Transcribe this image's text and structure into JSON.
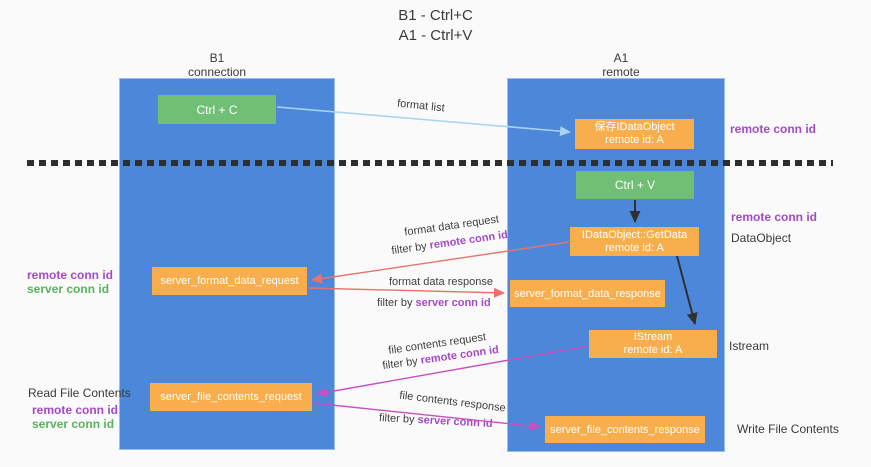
{
  "title": {
    "line1": "B1 - Ctrl+C",
    "line2": "A1 - Ctrl+V"
  },
  "columns": {
    "left": {
      "name": "B1",
      "role": "connection"
    },
    "right": {
      "name": "A1",
      "role": "remote"
    }
  },
  "nodes": {
    "ctrl_c": {
      "label": "Ctrl + C"
    },
    "saved_idataobject": {
      "line1": "保存IDataObject",
      "line2": "remote id: A"
    },
    "ctrl_v": {
      "label": "Ctrl + V"
    },
    "getdata": {
      "line1": "IDataObject::GetData",
      "line2": "remote id: A"
    },
    "server_format_data_request": {
      "label": "server_format_data_request"
    },
    "server_format_data_response": {
      "label": "server_format_data_response"
    },
    "istream": {
      "line1": "IStream",
      "line2": "remote id: A"
    },
    "server_file_contents_request": {
      "label": "server_file_contents_request"
    },
    "server_file_contents_response": {
      "label": "server_file_contents_response"
    }
  },
  "flow_labels": {
    "format_list": "format list",
    "format_data_request": "format data request",
    "format_data_response": "format data response",
    "file_contents_request": "file contents request",
    "file_contents_response": "file contents response",
    "filter_by": "filter by ",
    "remote_conn_id": "remote conn id",
    "server_conn_id": "server conn id"
  },
  "side_labels": {
    "remote_conn_id_top": "remote conn id",
    "remote_conn_id_mid": "remote conn id",
    "dataobject": "DataObject",
    "istream": "Istream",
    "write_file_contents": "Write File Contents",
    "read_file_contents": "Read File Contents",
    "left_remote_conn_id_1": "remote conn id",
    "left_server_conn_id_1": "server conn id",
    "left_remote_conn_id_2": "remote conn id",
    "left_server_conn_id_2": "server conn id"
  },
  "colors": {
    "background": "#fafafa",
    "column_blue": "#4c87d9",
    "node_orange": "#f8ae4c",
    "node_green": "#71bf74",
    "purple_text": "#a54ac5",
    "green_text": "#56b45c",
    "arrow_red": "#e8736e",
    "arrow_magenta": "#c850c0",
    "arrow_light_blue": "#a9d3ee",
    "arrow_black": "#303030",
    "dashed_line": "#2e2e2e",
    "text_dark": "#3a3a3a"
  },
  "edges": [
    {
      "from": "ctrl_c",
      "to": "saved_idataobject",
      "label": "format list",
      "color": "light_blue"
    },
    {
      "from": "ctrl_v",
      "to": "getdata",
      "label": "",
      "color": "black"
    },
    {
      "from": "getdata",
      "to": "server_format_data_request",
      "label": "format data request / filter by remote conn id",
      "color": "red"
    },
    {
      "from": "server_format_data_request",
      "to": "server_format_data_response",
      "label": "format data response / filter by server conn id",
      "color": "red"
    },
    {
      "from": "getdata",
      "to": "istream",
      "label": "",
      "color": "black"
    },
    {
      "from": "istream",
      "to": "server_file_contents_request",
      "label": "file contents request / filter by remote conn id",
      "color": "magenta"
    },
    {
      "from": "server_file_contents_request",
      "to": "server_file_contents_response",
      "label": "file contents response / filter by server conn id",
      "color": "magenta"
    }
  ]
}
